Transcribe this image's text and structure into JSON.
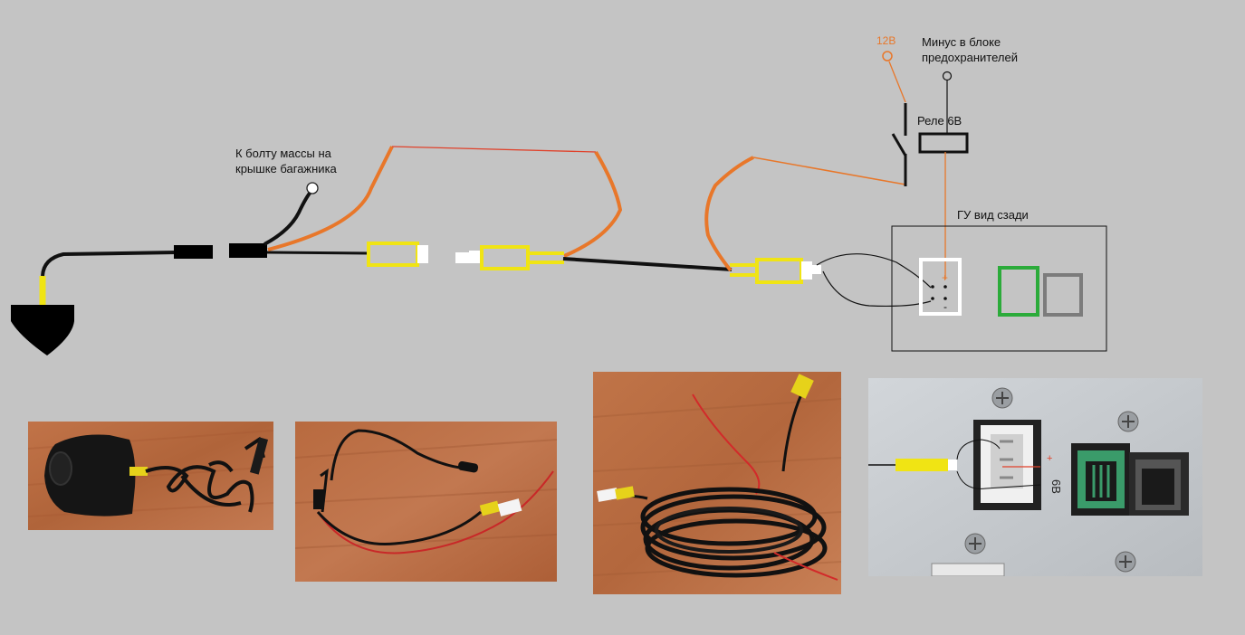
{
  "labels": {
    "ground_line1": "К болту массы на",
    "ground_line2": "крышке багажника",
    "power_12v": "12В",
    "minus_line1": "Минус в блоке",
    "minus_line2": "предохранителей",
    "relay": "Реле 6В",
    "head_unit": "ГУ вид сзади",
    "plus_sign": "+",
    "minus_sign": "-",
    "photo_label_6v": "6В",
    "photo_label_plus": "+"
  },
  "colors": {
    "background": "#c4c4c4",
    "orange_wire": "#e8772a",
    "red_wire": "#e0412a",
    "yellow_rca": "#f0e414",
    "black_wire": "#111111",
    "green_connector": "#2bab3a",
    "gray_connector": "#7c7c7c",
    "white_connector": "#ffffff",
    "wood": "#b5673c"
  },
  "photos": [
    {
      "name": "camera-photo",
      "subject": "rear-view camera with cable"
    },
    {
      "name": "cable-photo",
      "subject": "cable with red wire and RCA"
    },
    {
      "name": "coil-photo",
      "subject": "coiled RCA extension cable"
    },
    {
      "name": "head-unit-photo",
      "subject": "head unit rear connectors"
    }
  ]
}
